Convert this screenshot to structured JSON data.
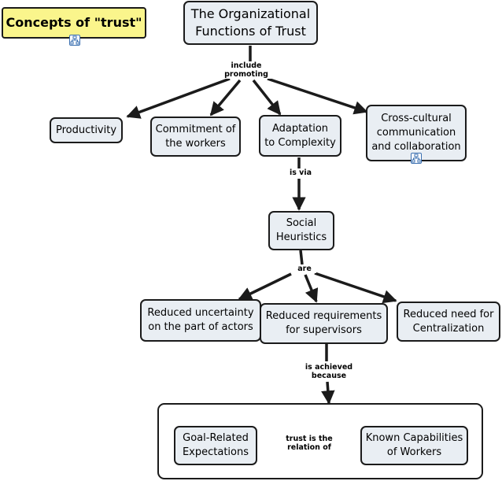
{
  "concepts": {
    "trust_concepts": "Concepts of \"trust\"",
    "org_functions": "The Organizational\nFunctions of Trust",
    "productivity": "Productivity",
    "commitment": "Commitment of\nthe workers",
    "adaptation": "Adaptation\nto Complexity",
    "cross_cultural": "Cross-cultural\ncommunication\nand collaboration",
    "social_heuristics": "Social\nHeuristics",
    "reduced_uncertainty": "Reduced uncertainty\non the part of actors",
    "reduced_requirements": "Reduced requirements\nfor supervisors",
    "reduced_centralization": "Reduced need for\nCentralization",
    "goal_related": "Goal-Related\nExpectations",
    "known_capabilities": "Known Capabilities\nof Workers"
  },
  "links": {
    "include_promoting": "include\npromoting",
    "is_via": "is via",
    "are": "are",
    "is_achieved_because": "is achieved\nbecause",
    "trust_relation": "trust is the\nrelation of"
  },
  "colors": {
    "node_fill": "#e9eef3",
    "highlight_fill": "#faf58c",
    "line": "#1b1b1b",
    "icon_blue": "#3a6fb0"
  },
  "icons": [
    "concept-map-link-icon",
    "concept-map-link-icon"
  ]
}
